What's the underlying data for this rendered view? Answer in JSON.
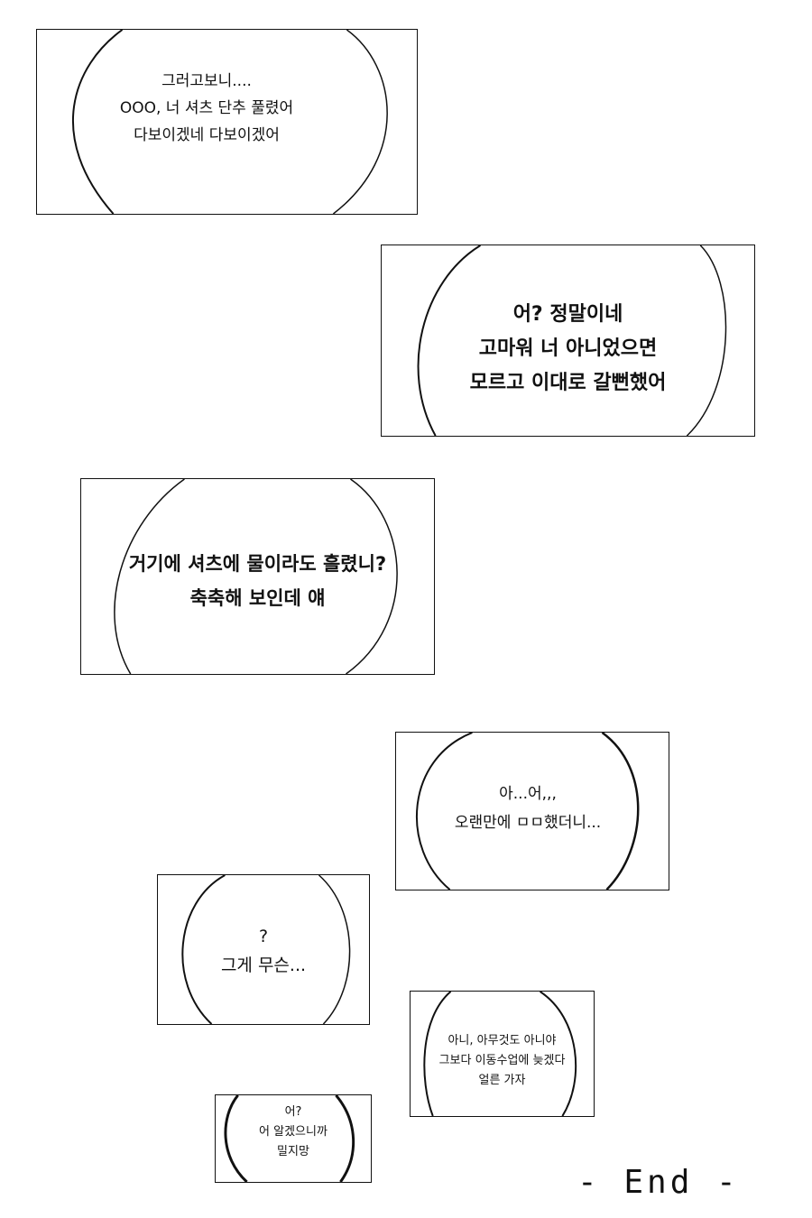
{
  "panels": [
    {
      "id": "p1",
      "lines": "그러고보니....\nOOO, 너 셔츠 단추 풀렸어\n다보이겠네 다보이겠어"
    },
    {
      "id": "p2",
      "lines": "어? 정말이네\n고마워  너 아니었으면\n모르고 이대로 갈뻔했어"
    },
    {
      "id": "p3",
      "lines": "거기에  셔츠에 물이라도 흘렸니?\n축축해 보인데 얘"
    },
    {
      "id": "p4",
      "lines": "아...어,,,\n오랜만에  ㅁㅁ했더니..."
    },
    {
      "id": "p5",
      "lines": "?\n그게 무슨..."
    },
    {
      "id": "p6",
      "lines": "아니, 아무것도 아니야\n그보다 이동수업에 늦겠다\n얼른 가자"
    },
    {
      "id": "p7",
      "lines": "어?\n어 알겠으니까\n밀지망"
    }
  ],
  "end_mark": "- End -"
}
